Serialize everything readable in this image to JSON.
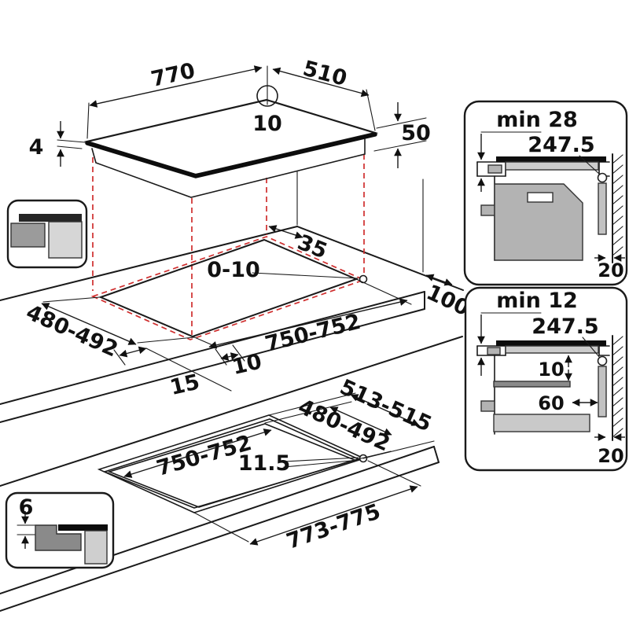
{
  "colors": {
    "line": "#1a1a1a",
    "projection_red": "#cf2e2e",
    "hob_glass_black": "#0d0d0d",
    "gray_dark": "#8a8a8a",
    "gray_mid": "#b3b3b3",
    "gray_light": "#d6d6d6"
  },
  "top_view": {
    "width": "770",
    "depth": "510",
    "hole_offset": "10",
    "glass_thickness": "4",
    "height_below": "50"
  },
  "cutout_view": {
    "rear_edge_gap": "35",
    "corner_tolerance": "0-10",
    "right_clearance": "100",
    "depth": "480-492",
    "width": "750-752",
    "side_gap": "10",
    "front_gap": "15"
  },
  "flush_cutout_view": {
    "recess_depth": "513-515",
    "inner_depth": "480-492",
    "inner_width": "750-752",
    "ledge_width": "11.5",
    "recess_width": "773-775"
  },
  "flush_edge_inset": {
    "rebate_depth": "6"
  },
  "wall_section_surface": {
    "min_worktop": "min 28",
    "hob_half_depth": "247.5",
    "rear_gap": "20"
  },
  "wall_section_flush": {
    "min_worktop": "min 12",
    "hob_half_depth": "247.5",
    "under_clearance": "10",
    "shelf_setback": "60",
    "rear_gap": "20"
  }
}
